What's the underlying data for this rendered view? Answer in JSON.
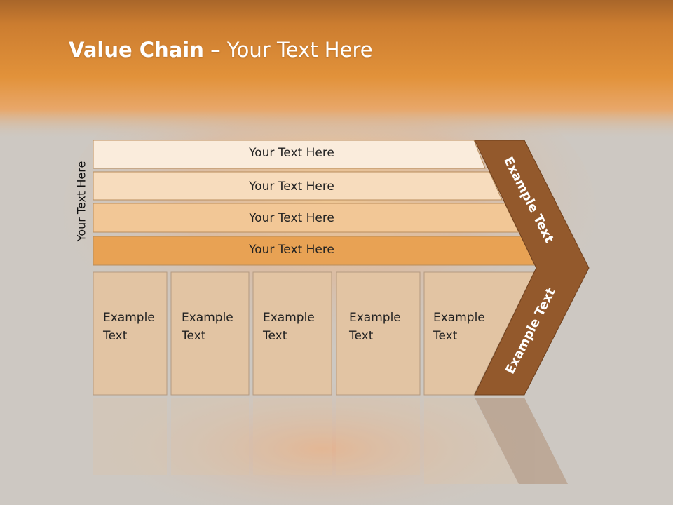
{
  "slide": {
    "title_bold": "Value Chain",
    "title_rest": " – Your Text Here",
    "side_label": "Your Text Here",
    "rows": [
      {
        "label": "Your Text Here"
      },
      {
        "label": "Your Text Here"
      },
      {
        "label": "Your Text Here"
      },
      {
        "label": "Your Text Here"
      }
    ],
    "columns": [
      {
        "line1": "Example",
        "line2": "Text"
      },
      {
        "line1": "Example",
        "line2": "Text"
      },
      {
        "line1": "Example",
        "line2": "Text"
      },
      {
        "line1": "Example",
        "line2": "Text"
      },
      {
        "line1": "Example",
        "line2": "Text"
      }
    ],
    "chevron_top": "Example Text",
    "chevron_bottom": "Example Text"
  },
  "colors": {
    "header_orange": "#e08e35",
    "row_1": "#faecdc",
    "row_2": "#f7dcbd",
    "row_3": "#f2c796",
    "row_4": "#e8a254",
    "column_fill": "#e2c4a3",
    "chevron_brown": "#93592c"
  }
}
